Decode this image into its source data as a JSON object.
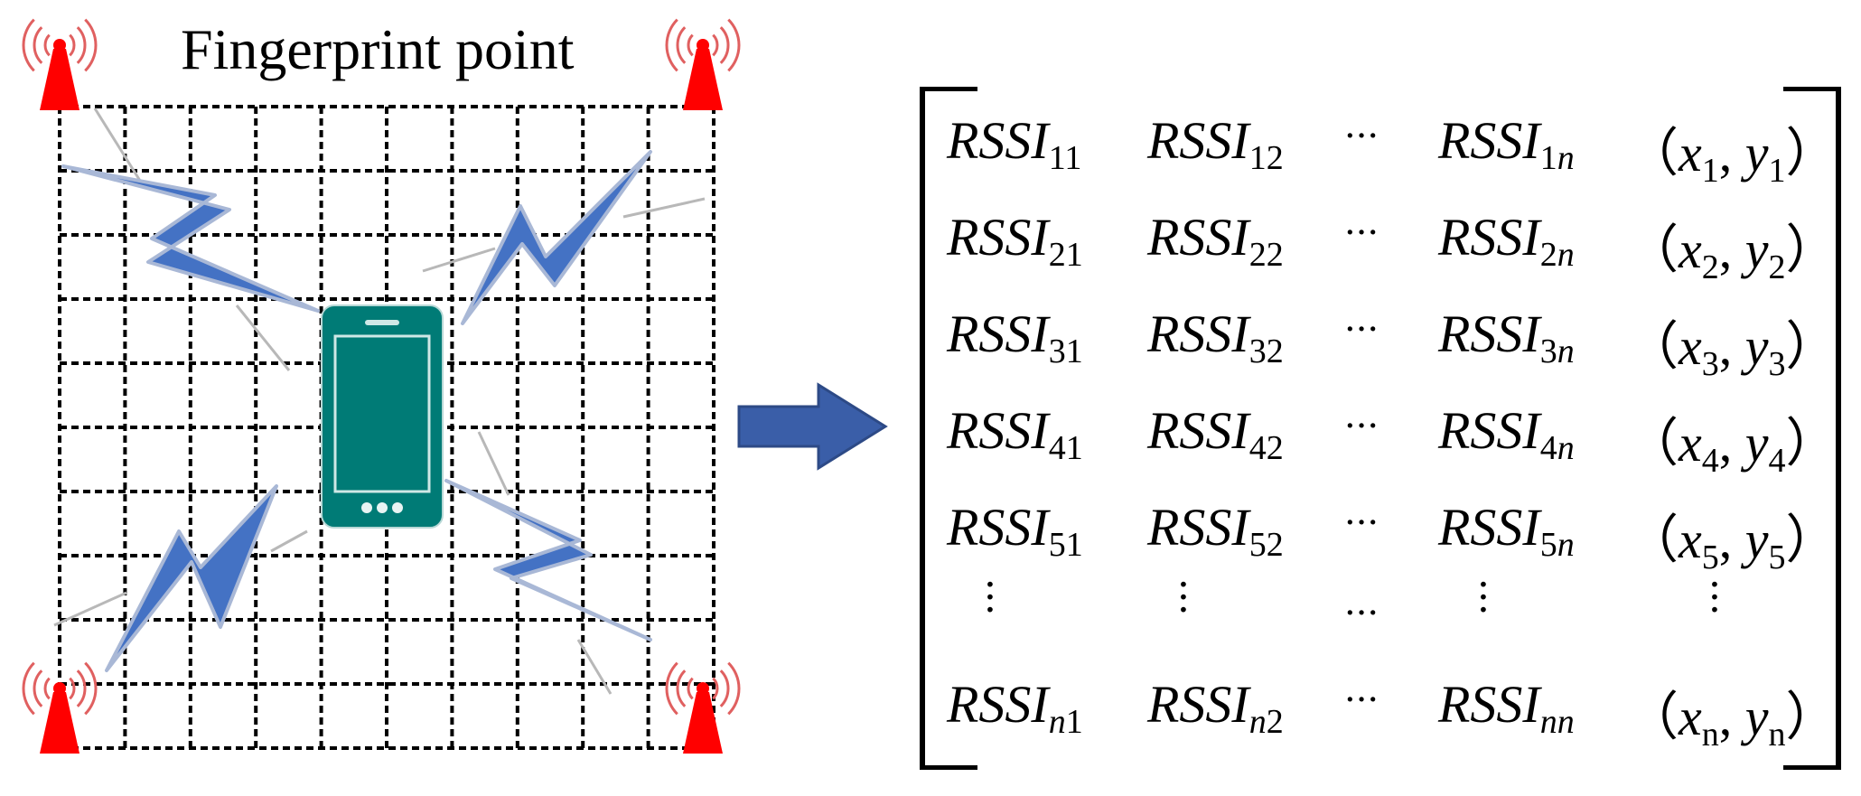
{
  "diagram": {
    "title": "Fingerprint point",
    "colors": {
      "grid": "#000000",
      "antenna": "#ff0000",
      "antenna_waves": "#e06060",
      "lightning": "#4472c4",
      "lightning_edge": "#a9b8d6",
      "phone_body": "#007b76",
      "phone_outline": "#b8d8d6",
      "arrow": "#3a5ea8"
    },
    "icons": [
      "antenna-icon",
      "smartphone-icon",
      "lightning-signal-icon",
      "right-arrow-icon"
    ]
  },
  "matrix": {
    "rows": [
      {
        "c1": "RSSI",
        "s1": "11",
        "c2": "RSSI",
        "s2": "12",
        "dots": "···",
        "cn": "RSSI",
        "sn_num": "1",
        "sn_var": "n",
        "x": "x",
        "xs": "1",
        "y": "y",
        "ys": "1"
      },
      {
        "c1": "RSSI",
        "s1": "21",
        "c2": "RSSI",
        "s2": "22",
        "dots": "···",
        "cn": "RSSI",
        "sn_num": "2",
        "sn_var": "n",
        "x": "x",
        "xs": "2",
        "y": "y",
        "ys": "2"
      },
      {
        "c1": "RSSI",
        "s1": "31",
        "c2": "RSSI",
        "s2": "32",
        "dots": "···",
        "cn": "RSSI",
        "sn_num": "3",
        "sn_var": "n",
        "x": "x",
        "xs": "3",
        "y": "y",
        "ys": "3"
      },
      {
        "c1": "RSSI",
        "s1": "41",
        "c2": "RSSI",
        "s2": "42",
        "dots": "···",
        "cn": "RSSI",
        "sn_num": "4",
        "sn_var": "n",
        "x": "x",
        "xs": "4",
        "y": "y",
        "ys": "4"
      },
      {
        "c1": "RSSI",
        "s1": "51",
        "c2": "RSSI",
        "s2": "52",
        "dots": "···",
        "cn": "RSSI",
        "sn_num": "5",
        "sn_var": "n",
        "x": "x",
        "xs": "5",
        "y": "y",
        "ys": "5"
      }
    ],
    "ellipsis_row_dots": "···",
    "last_row": {
      "c1": "RSSI",
      "s1_var": "n",
      "s1_num": "1",
      "c2": "RSSI",
      "s2_var": "n",
      "s2_num": "2",
      "dots": "···",
      "cn": "RSSI",
      "sn": "nn",
      "x": "x",
      "xs": "n",
      "y": "y",
      "ys": "n"
    },
    "paren_open": "（",
    "paren_close": "）",
    "comma": ","
  }
}
